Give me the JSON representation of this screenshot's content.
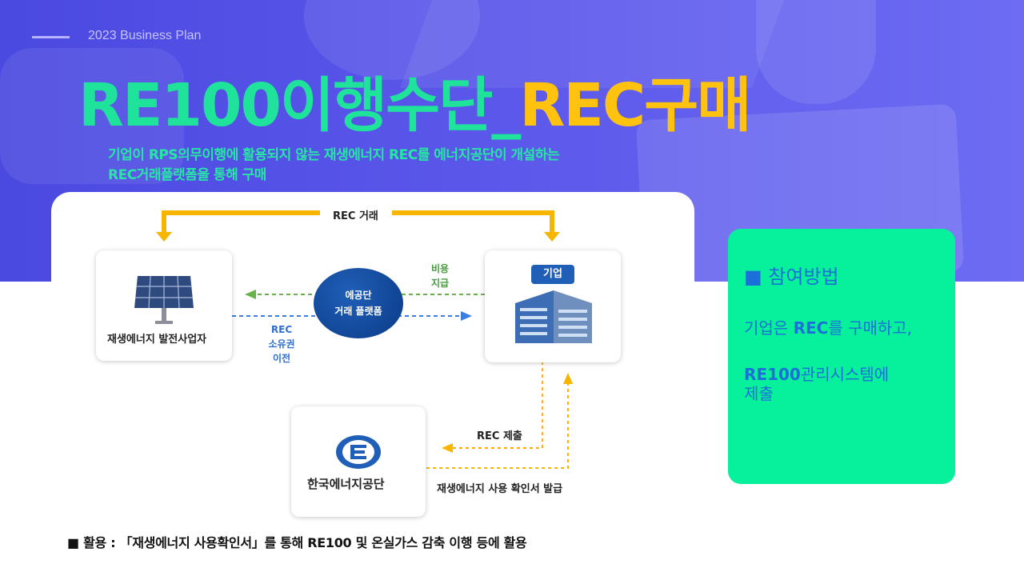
{
  "header": {
    "label": "2023 Business Plan"
  },
  "title": {
    "part1": "RE100이행수단_",
    "part2": "REC구매"
  },
  "subtitle": {
    "line1": "기업이 RPS의무이행에  활용되지 않는 재생에너지 REC를 에너지공단이 개설하는",
    "line2": "REC거래플랫폼을  통해 구매"
  },
  "diagram": {
    "trade_label": "REC 거래",
    "producer_label": "재생에너지 발전사업자",
    "platform_line1": "에공단",
    "platform_line2": "거래 플랫폼",
    "payment_line1": "비용",
    "payment_line2": "지급",
    "transfer_line1": "REC",
    "transfer_line2": "소유권",
    "transfer_line3": "이전",
    "company_badge": "기업",
    "submit_label": "REC 제출",
    "agency_name": "한국에너지공단",
    "issue_label": "재생에너지 사용 확인서 발급"
  },
  "panel": {
    "heading": "■ 참여방법",
    "line1_pre": "기업은 ",
    "line1_bold": "REC",
    "line1_post": "를 구매하고,",
    "line2_bold": "RE100",
    "line2_post": "관리시스템에",
    "line3": "제출"
  },
  "footer": {
    "text": "■ 활용 : 「재생에너지 사용확인서」를 통해 RE100 및 온실가스 감축 이행 등에 활용"
  },
  "colors": {
    "hero": "#5250e6",
    "title_green": "#1fe39a",
    "title_yellow": "#ffc30f",
    "panel": "#07f09b",
    "panel_text": "#1a6fd8",
    "arrow_yellow": "#f7b500"
  }
}
